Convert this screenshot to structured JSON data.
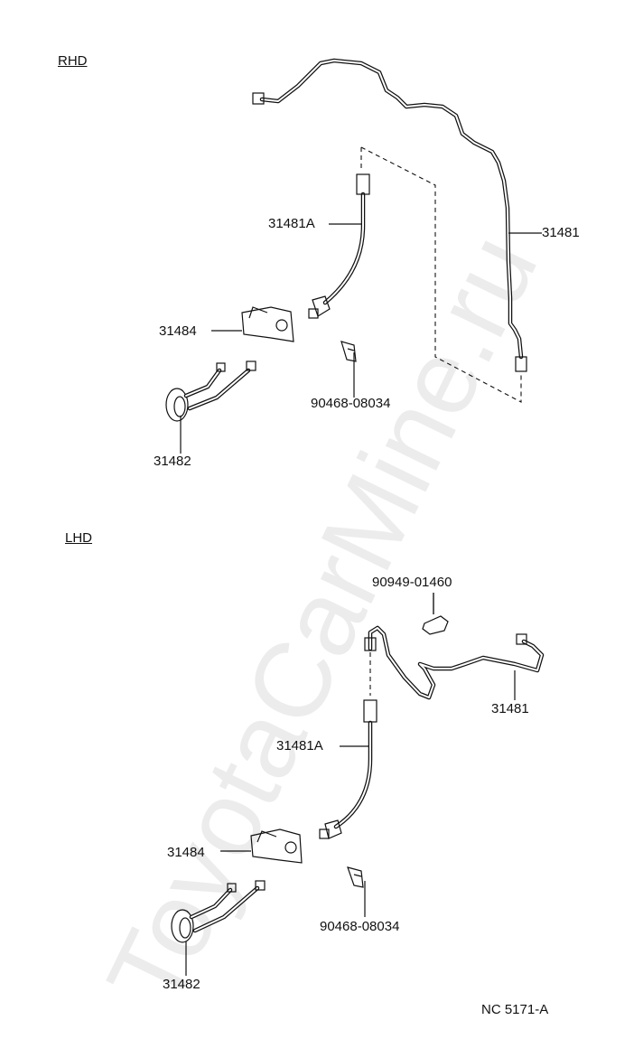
{
  "watermark": "ToyotaCarMine.ru",
  "sections": {
    "rhd": {
      "title": "RHD",
      "labels": {
        "pipe": "31481",
        "hose": "31481A",
        "bracket": "31484",
        "clip": "90468-08034",
        "union_pipe": "31482"
      }
    },
    "lhd": {
      "title": "LHD",
      "labels": {
        "clamp": "90949-01460",
        "pipe": "31481",
        "hose": "31481A",
        "bracket": "31484",
        "clip": "90468-08034",
        "union_pipe": "31482"
      }
    }
  },
  "diagram_code": "NC 5171-A"
}
